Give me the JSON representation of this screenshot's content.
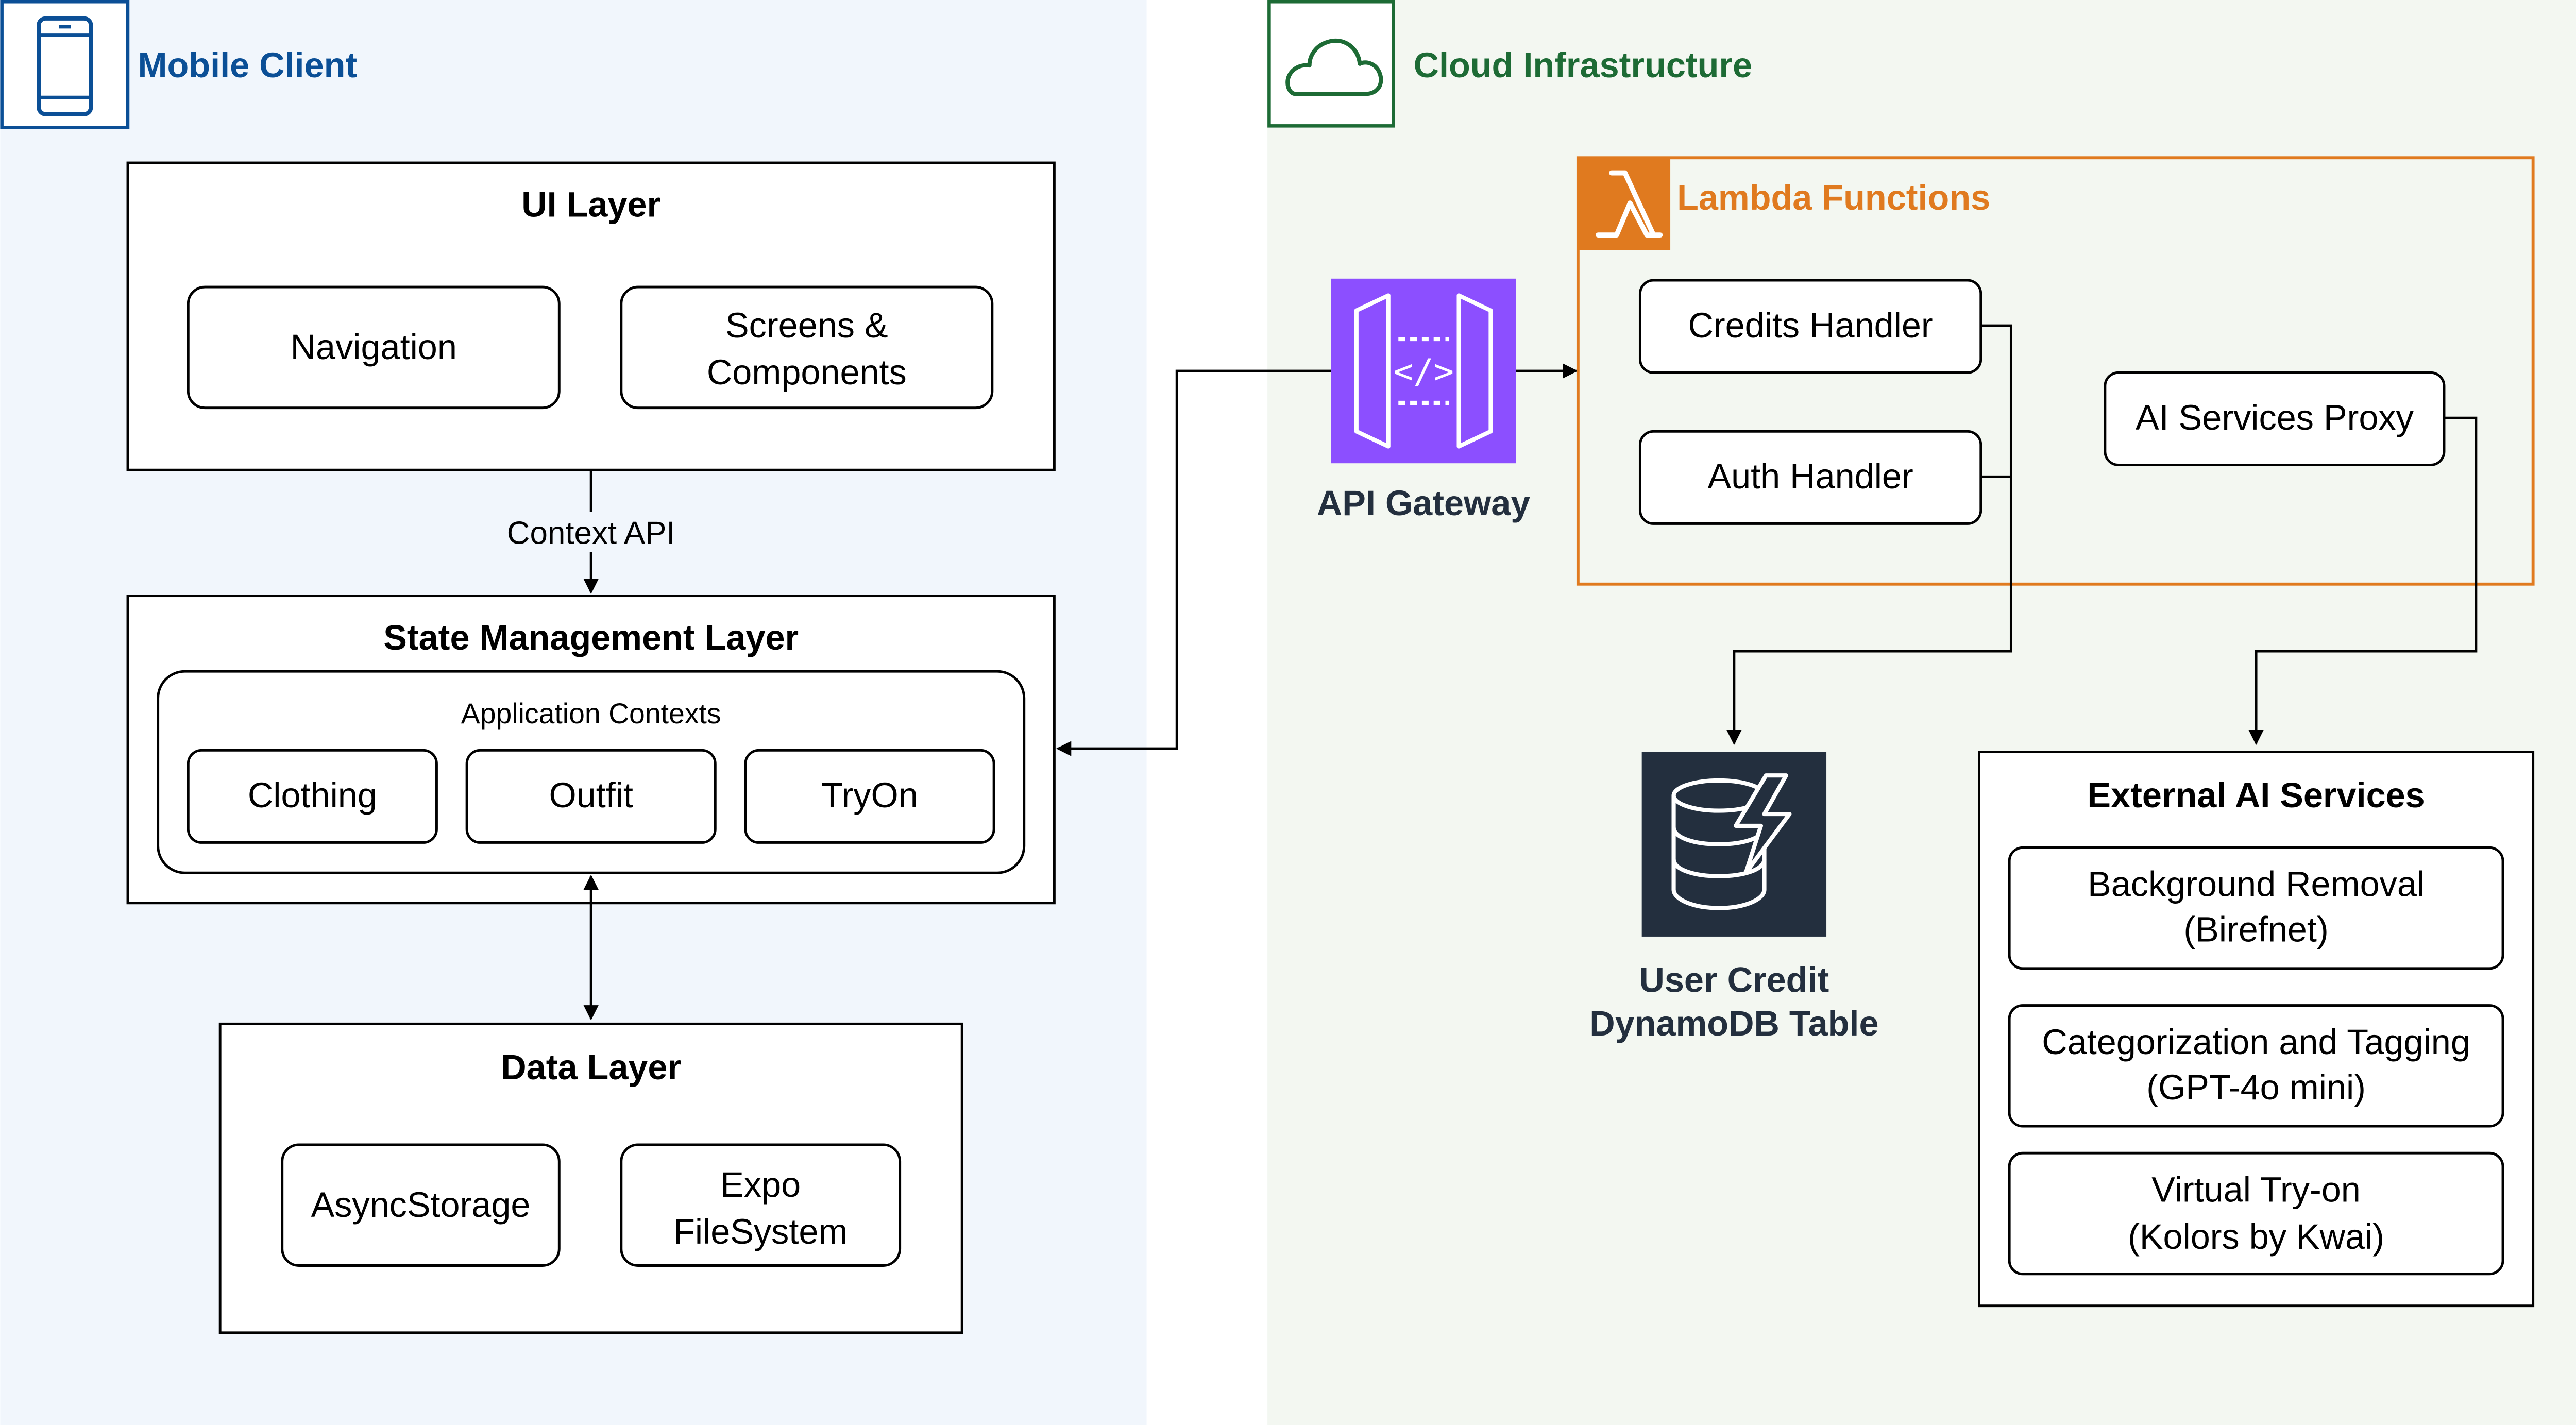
{
  "mobile": {
    "title": "Mobile Client",
    "ui_layer": {
      "title": "UI Layer",
      "navigation": "Navigation",
      "screens_line1": "Screens &",
      "screens_line2": "Components"
    },
    "context_api": "Context API",
    "state_layer": {
      "title": "State Management Layer",
      "contexts_title": "Application Contexts",
      "clothing": "Clothing",
      "outfit": "Outfit",
      "tryon": "TryOn"
    },
    "data_layer": {
      "title": "Data Layer",
      "async_storage": "AsyncStorage",
      "fs_line1": "Expo",
      "fs_line2": "FileSystem"
    }
  },
  "cloud": {
    "title": "Cloud Infrastructure",
    "api_gateway": "API Gateway",
    "lambda": {
      "title": "Lambda Functions",
      "credits": "Credits Handler",
      "auth": "Auth Handler",
      "ai_proxy": "AI Services Proxy"
    },
    "dynamo": {
      "line1": "User Credit",
      "line2": "DynamoDB Table"
    },
    "external": {
      "title": "External AI Services",
      "bg_line1": "Background Removal",
      "bg_line2": "(Birefnet)",
      "cat_line1": "Categorization and Tagging",
      "cat_line2": "(GPT-4o mini)",
      "vt_line1": "Virtual Try-on",
      "vt_line2": "(Kolors by Kwai)"
    }
  },
  "colors": {
    "mobile_accent": "#0b4f96",
    "cloud_accent": "#1d6b35",
    "lambda_accent": "#e07a1f",
    "api_gateway": "#8c4fff",
    "dynamo_bg": "#232f3e",
    "mobile_bg": "#f1f6fc",
    "cloud_bg": "#f3f7f1"
  },
  "icons": {
    "mobile": "mobile-phone-icon",
    "cloud": "cloud-icon",
    "lambda": "lambda-icon",
    "api_gateway": "api-gateway-icon",
    "dynamo": "dynamodb-icon"
  }
}
